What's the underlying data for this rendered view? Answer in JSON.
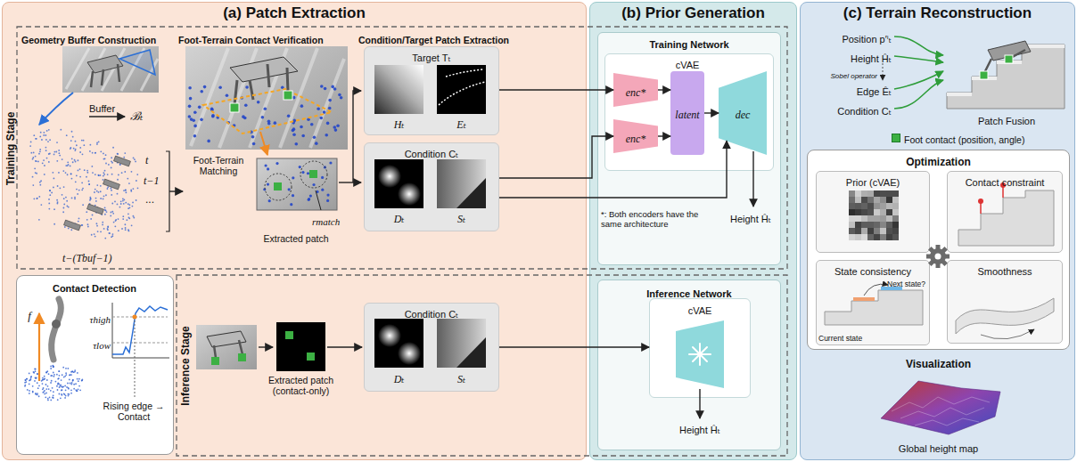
{
  "diagram": {
    "nodes": [
      {
        "text": [
          "(a) Patch Extraction"
        ]
      },
      {
        "text": [
          "Target Tₜ",
          "Hₜ",
          "Eₜ"
        ],
        "in": 0
      },
      {
        "text": [
          "Condition Cₜ",
          "Dₜ",
          "Sₜ"
        ],
        "in": 0
      },
      {
        "text": [
          "Contact Detection",
          "f",
          "τhigh",
          "τlow",
          "Rising edge → Contact"
        ],
        "in": 0
      },
      {
        "text": [
          "Condition Cₜ",
          "Dₜ",
          "Sₜ"
        ],
        "in": 0
      },
      {
        "text": [
          "(b) Prior Generation"
        ]
      },
      {
        "text": [
          "Training Network"
        ],
        "in": 5
      },
      {
        "text": [
          "cVAE"
        ],
        "in": 6
      },
      {
        "text": [
          "enc*"
        ],
        "in": 7
      },
      {
        "text": [
          "enc*"
        ],
        "in": 7
      },
      {
        "text": [
          "latent"
        ],
        "in": 7
      },
      {
        "text": [
          "dec"
        ],
        "in": 7
      },
      {
        "text": [
          "Inference Network"
        ],
        "in": 5
      },
      {
        "text": [
          "cVAE"
        ],
        "in": 12
      },
      {
        "text": [
          "(c) Terrain Reconstruction"
        ]
      },
      {
        "text": [
          "Optimization"
        ],
        "in": 14
      },
      {
        "text": [
          "Prior (cVAE)"
        ],
        "in": 15
      },
      {
        "text": [
          "Contact constraint"
        ],
        "in": 15
      },
      {
        "text": [
          "State consistency",
          "Next state?",
          "Current state"
        ],
        "in": 15
      },
      {
        "text": [
          "Smoothness"
        ],
        "in": 15
      }
    ],
    "edges": [
      {
        "from": 1,
        "to": 8,
        "arrow": "to"
      },
      {
        "from": 2,
        "to": 9,
        "arrow": "to"
      },
      {
        "from": 2,
        "to": 11,
        "arrow": "to"
      },
      {
        "from": 8,
        "to": 10,
        "arrow": "to"
      },
      {
        "from": 9,
        "to": 10,
        "arrow": "to"
      },
      {
        "from": 10,
        "to": 11,
        "arrow": "to"
      },
      {
        "from": 4,
        "to": 13,
        "arrow": "to"
      }
    ],
    "labels": [
      "Training Stage",
      "Geometry Buffer Construction",
      "Buffer",
      "ℬₜ",
      "t",
      "t−1",
      "...",
      "t−(Tbuf−1)",
      "Foot-Terrain Contact Verification",
      "Foot-Terrain Matching",
      "rmatch",
      "Extracted patch",
      "Condition/Target Patch Extraction",
      "Inference Stage",
      "Extracted patch (contact-only)",
      "*: Both encoders have the same architecture",
      "Height Ĥₜ",
      "Height Ĥₜ",
      "Position p′ⁱₜ",
      "Height Ĥₜ",
      "Sobel operator",
      "Edge Êₜ",
      "Condition Cₜ",
      "Patch Fusion",
      "Visualization",
      "Global height map"
    ],
    "legend": [
      {
        "text": "Foot contact (position, angle)",
        "color": "#3cb043"
      }
    ]
  }
}
